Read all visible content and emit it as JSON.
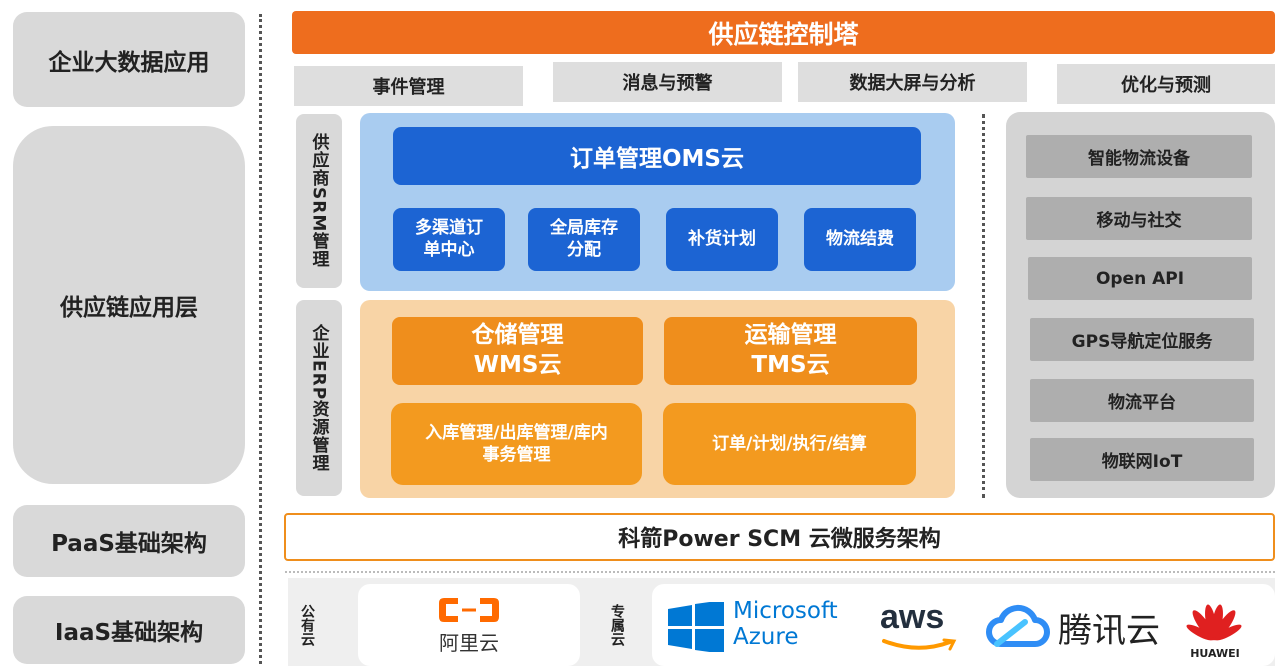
{
  "left_layers": {
    "big_data": "企业大数据应用",
    "app_layer": "供应链应用层",
    "paas": "PaaS基础架构",
    "iaas": "IaaS基础架构"
  },
  "banner": "供应链控制塔",
  "modules": [
    "事件管理",
    "消息与预警",
    "数据大屏与分析",
    "优化与预测"
  ],
  "side_labels": {
    "srm": "供应商SRM管理",
    "erp": "企业ERP资源管理"
  },
  "oms": {
    "title": "订单管理OMS云",
    "items": [
      {
        "l1": "多渠道订",
        "l2": "单中心"
      },
      {
        "l1": "全局库存",
        "l2": "分配"
      },
      {
        "l1": "补货计划",
        "l2": ""
      },
      {
        "l1": "物流结费",
        "l2": ""
      }
    ]
  },
  "wms": {
    "line1": "仓储管理",
    "line2": "WMS云",
    "detail_l1": "入库管理/出库管理/库内",
    "detail_l2": "事务管理"
  },
  "tms": {
    "line1": "运输管理",
    "line2": "TMS云",
    "detail": "订单/计划/执行/结算"
  },
  "services": [
    "智能物流设备",
    "移动与社交",
    "Open API",
    "GPS导航定位服务",
    "物流平台",
    "物联网IoT"
  ],
  "paas_bar": "科箭Power SCM 云微服务架构",
  "iaas": {
    "public_label": "公有云",
    "private_label": "专属云",
    "aliyun": "阿里云",
    "ms_line1": "Microsoft",
    "ms_line2": "Azure",
    "aws": "aws",
    "tencent": "腾讯云",
    "huawei": "HUAWEI"
  },
  "colors": {
    "banner_orange": "#ee6d1e",
    "oms_blue": "#1c64d3",
    "wms_orange": "#ef8e1c",
    "aliyun_orange": "#ff6a00",
    "azure_blue": "#0078d4",
    "aws_orange": "#ff9900",
    "huawei_red": "#e02020"
  }
}
